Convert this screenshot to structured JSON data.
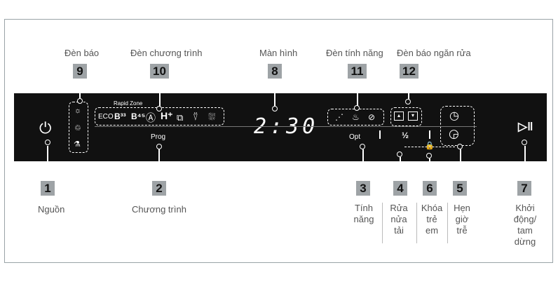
{
  "labels": {
    "den_bao": "Đèn báo",
    "den_chuong_trinh": "Đèn chương trình",
    "man_hinh": "Màn hình",
    "den_tinh_nang": "Đèn tính năng",
    "den_bao_ngan_rua": "Đèn báo ngăn rửa",
    "nguon": "Nguồn",
    "chuong_trinh": "Chương trình"
  },
  "bottom_labels": {
    "tinh_nang": [
      "Tính",
      "năng"
    ],
    "rua_nua_tai": [
      "Rửa",
      "nửa",
      "tải"
    ],
    "khoa_tre_em": [
      "Khóa",
      "trẻ",
      "em"
    ],
    "hen_gio_tre": [
      "Hẹn",
      "giờ",
      "trễ"
    ],
    "khoi_dong": [
      "Khởi",
      "động/",
      "tam",
      "dừng"
    ]
  },
  "numbers": {
    "n1": "1",
    "n2": "2",
    "n3": "3",
    "n4": "4",
    "n5": "5",
    "n6": "6",
    "n7": "7",
    "n8": "8",
    "n9": "9",
    "n10": "10",
    "n11": "11",
    "n12": "12"
  },
  "panel": {
    "rapid_zone": "Rapid Zone",
    "prog": "Prog",
    "opt": "Opt",
    "display": "2:30",
    "half_load": "½",
    "programs": [
      "ECO",
      "B³³",
      "B⁴⁵",
      "Ⓐ",
      "H⁺"
    ]
  },
  "icons": [
    "power-icon",
    "play-pause-icon",
    "lock-icon",
    "clock-icon",
    "delay-clock-icon"
  ]
}
